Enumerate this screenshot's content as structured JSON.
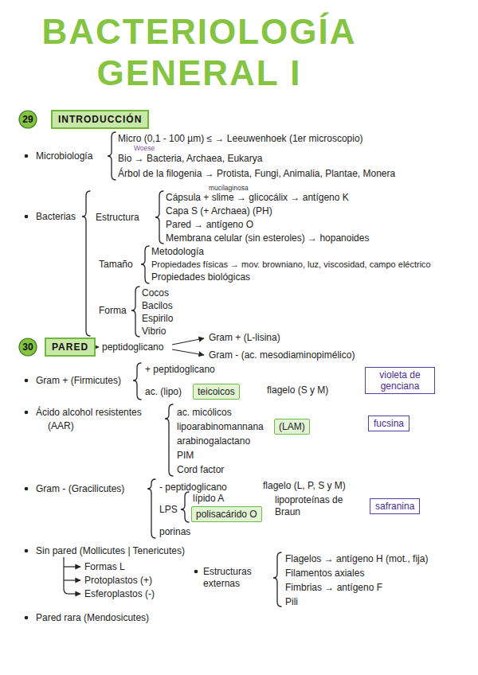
{
  "diagram": {
    "title": "BACTERIOLOGÍA GENERAL I",
    "nodes": [
      {
        "text": [
          "29"
        ]
      },
      {
        "text": [
          "INTRODUCCIÓN"
        ]
      },
      {
        "text": [
          "30"
        ]
      },
      {
        "text": [
          "PARED"
        ]
      },
      {
        "text": [
          "teicoicos"
        ]
      },
      {
        "text": [
          "violeta de genciana"
        ]
      },
      {
        "text": [
          "(LAM)"
        ]
      },
      {
        "text": [
          "fucsina"
        ]
      },
      {
        "text": [
          "polisacárido O"
        ]
      },
      {
        "text": [
          "safranina"
        ]
      }
    ],
    "labels": [
      "Micro (0,1 - 100 µm) ≤ → Leeuwenhoek (1er microscopio)",
      "Microbiología",
      "Woese",
      "Bio → Bacteria, Archaea, Eukarya",
      "Árbol de la filogenia → Protista, Fungi, Animalia, Plantae, Monera",
      "mucilaginosa",
      "Bacterias",
      "Estructura",
      "Cápsula + slime → glicocálix → antígeno K",
      "Capa S (+ Archaea) (PH)",
      "Pared → antígeno O",
      "Membrana celular (sin esteroles) → hopanoides",
      "Tamaño",
      "Metodología",
      "Propiedades físicas → mov. browniano, luz, viscosidad, campo eléctrico",
      "Propiedades biológicas",
      "Forma",
      "Cocos",
      "Bacilos",
      "Espirilo",
      "Vibrio",
      "peptidoglicano",
      "Gram + (L-lisina)",
      "Gram - (ac. mesodiaminopimélico)",
      "Gram + (Firmicutes)",
      "+ peptidoglicano",
      "ac. (lipo)",
      "flagelo (S y M)",
      "Ácido alcohol resistentes",
      "(AAR)",
      "ac. micólicos",
      "lipoarabinomannana",
      "arabinogalactano",
      "PIM",
      "Cord factor",
      "Gram - (Gracilicutes)",
      "- peptidoglicano",
      "flagelo (L, P, S y M)",
      "LPS",
      "lípido A",
      "lipoproteínas de Braun",
      "porinas",
      "Sin pared (Mollicutes | Tenericutes)",
      "Formas L",
      "Protoplastos (+)",
      "Esferoplastos (-)",
      "Estructuras externas",
      "Flagelos → antígeno H (mot., fija)",
      "Filamentos axiales",
      "Fimbrias → antígeno F",
      "Pili",
      "Pared rara (Mendosicutes)"
    ]
  }
}
